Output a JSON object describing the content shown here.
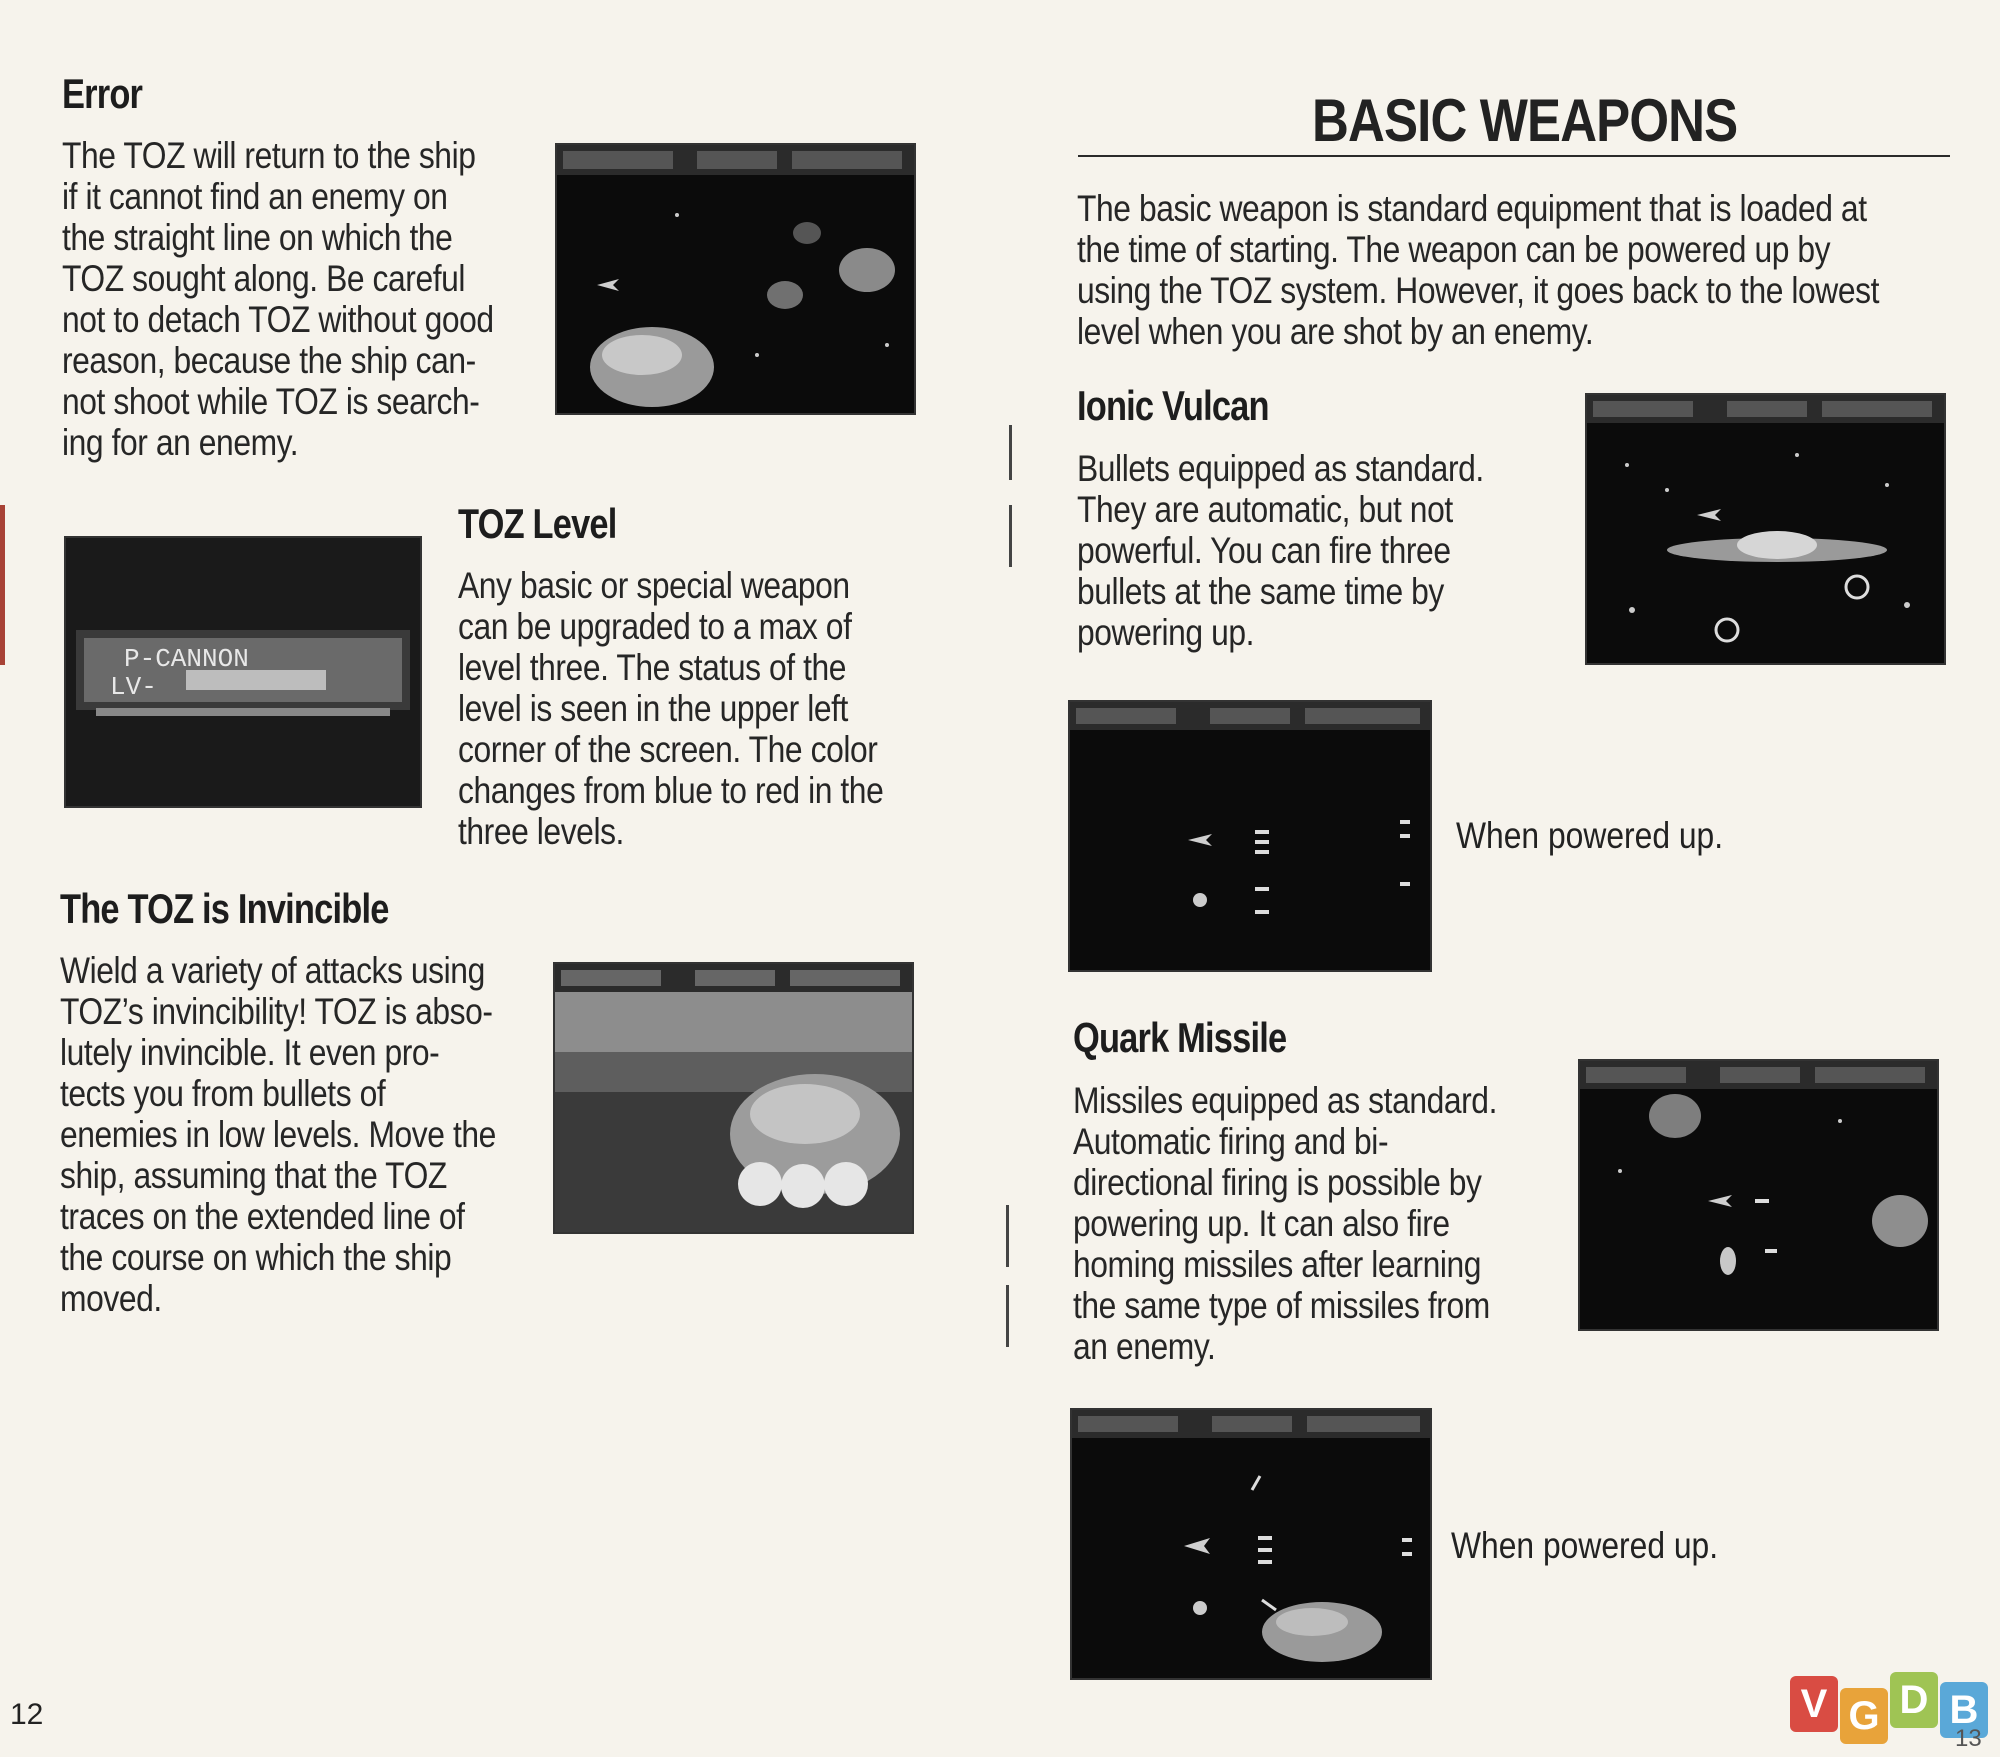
{
  "left_page": {
    "error": {
      "heading": "Error",
      "lines": [
        "The TOZ will return to the ship",
        "if it cannot find an enemy on",
        "the straight line on which the",
        "TOZ sought along. Be careful",
        "not to detach TOZ without good",
        "reason, because the ship can-",
        "not shoot while TOZ is search-",
        "ing for an enemy."
      ]
    },
    "toz_level": {
      "heading": "TOZ Level",
      "lines": [
        "Any basic or special weapon",
        "can be upgraded to a max of",
        "level three. The status of the",
        "level is seen in the upper left",
        "corner of the screen. The color",
        "changes from blue to red in the",
        "three levels."
      ],
      "screenshot_text": {
        "weapon": "P-CANNON",
        "level": "LV-"
      }
    },
    "invincible": {
      "heading": "The TOZ is Invincible",
      "lines": [
        "Wield a variety of attacks using",
        "TOZ’s invincibility! TOZ is abso-",
        "lutely invincible. It even pro-",
        "tects you from bullets of",
        "enemies in low levels. Move the",
        "ship, assuming that the TOZ",
        "traces on the extended line of",
        "the course on which the ship",
        "moved."
      ]
    },
    "page_number": "12"
  },
  "right_page": {
    "title": "BASIC WEAPONS",
    "intro_lines": [
      "The basic weapon is standard equipment that is loaded at",
      "the time of starting. The weapon can be powered up by",
      "using the TOZ system. However, it goes back to the lowest",
      "level when you are shot by an enemy."
    ],
    "ionic_vulcan": {
      "heading": "Ionic Vulcan",
      "lines": [
        "Bullets equipped as standard.",
        "They are automatic, but not",
        "powerful. You can fire three",
        "bullets at the same time by",
        "powering up."
      ],
      "powered_caption": "When powered up."
    },
    "quark_missile": {
      "heading": "Quark Missile",
      "lines": [
        "Missiles equipped as standard.",
        "Automatic firing and bi-",
        "directional firing is possible by",
        "powering up. It can also fire",
        "homing missiles after learning",
        "the same type of missiles from",
        "an enemy."
      ],
      "powered_caption": "When powered up."
    },
    "page_number": "13"
  },
  "watermark": {
    "letters": [
      "V",
      "G",
      "D",
      "B"
    ],
    "colors": [
      "#d94c43",
      "#e8a33a",
      "#9fc454",
      "#5aa8d8"
    ]
  }
}
